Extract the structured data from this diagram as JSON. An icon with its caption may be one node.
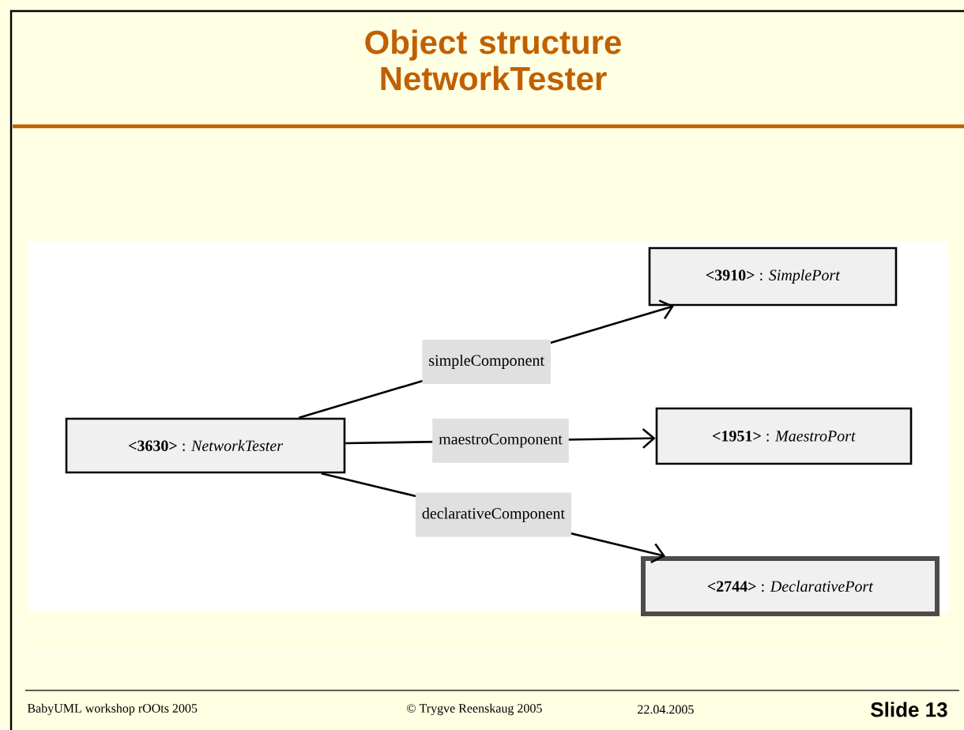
{
  "diagram": {
    "title": "Object structure NetworkTester",
    "nodes": [
      {
        "text": [
          "**<3630>** : *NetworkTester*"
        ]
      },
      {
        "text": [
          "**<3910>** : *SimplePort*"
        ]
      },
      {
        "text": [
          "**<1951>** : *MaestroPort*"
        ]
      },
      {
        "text": [
          "**<2744>** : *DeclarativePort*"
        ]
      }
    ],
    "edges": [
      {
        "from": 0,
        "to": 1,
        "arrow": "to",
        "label": "simpleComponent"
      },
      {
        "from": 0,
        "to": 2,
        "arrow": "to",
        "label": "maestroComponent"
      },
      {
        "from": 0,
        "to": 3,
        "arrow": "to",
        "label": "declarativeComponent"
      }
    ],
    "labels": [
      "BabyUML workshop rOOts 2005",
      "© Trygve Reenskaug 2005",
      "22.04.2005",
      "Slide 13"
    ]
  }
}
